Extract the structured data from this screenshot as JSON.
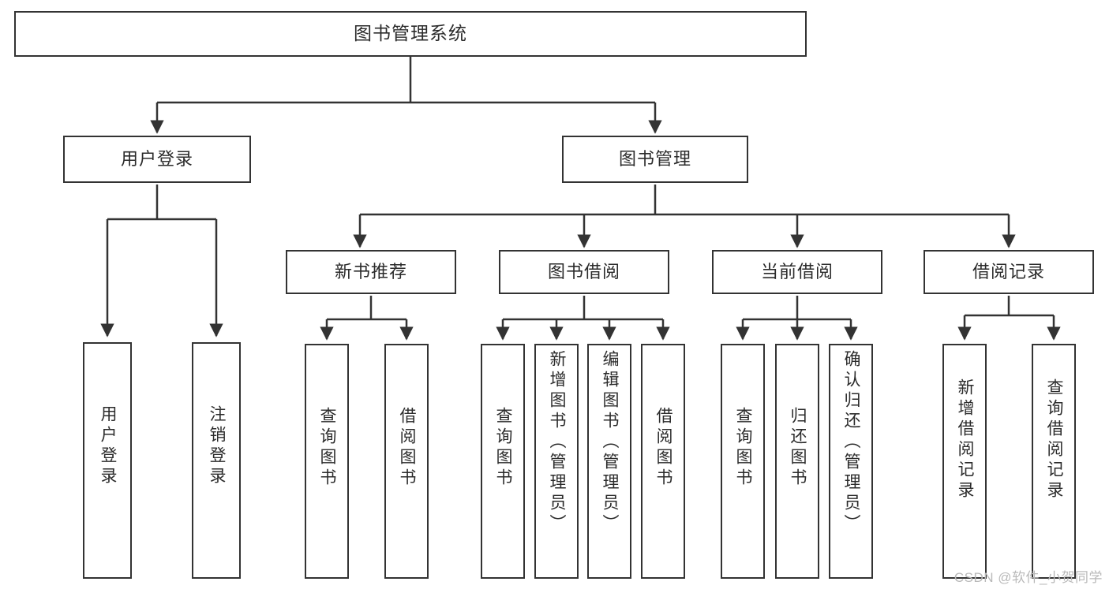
{
  "diagram": {
    "title": "图书管理系统",
    "type": "hierarchy-tree",
    "watermark": "CSDN @软件_小贺同学",
    "colors": {
      "stroke": "#333333",
      "fill": "#ffffff",
      "text": "#2b2b2b",
      "watermark": "#b9b9b9"
    },
    "root": {
      "id": "root",
      "label": "图书管理系统"
    },
    "level1": [
      {
        "id": "user-login",
        "label": "用户登录"
      },
      {
        "id": "book-manage",
        "label": "图书管理"
      }
    ],
    "level2": [
      {
        "id": "new-book-rec",
        "label": "新书推荐",
        "parent": "book-manage"
      },
      {
        "id": "book-borrow",
        "label": "图书借阅",
        "parent": "book-manage"
      },
      {
        "id": "current-borrow",
        "label": "当前借阅",
        "parent": "book-manage"
      },
      {
        "id": "borrow-record",
        "label": "借阅记录",
        "parent": "book-manage"
      }
    ],
    "leaves": [
      {
        "id": "leaf-user-login",
        "label": "用户登录",
        "parent": "user-login"
      },
      {
        "id": "leaf-user-logout",
        "label": "注销登录",
        "parent": "user-login"
      },
      {
        "id": "leaf-query-book-1",
        "label": "查询图书",
        "parent": "new-book-rec"
      },
      {
        "id": "leaf-borrow-book-1",
        "label": "借阅图书",
        "parent": "new-book-rec"
      },
      {
        "id": "leaf-query-book-2",
        "label": "查询图书",
        "parent": "book-borrow"
      },
      {
        "id": "leaf-add-book",
        "label": "新增图书（管理员）",
        "parent": "book-borrow"
      },
      {
        "id": "leaf-edit-book",
        "label": "编辑图书（管理员）",
        "parent": "book-borrow"
      },
      {
        "id": "leaf-borrow-book-2",
        "label": "借阅图书",
        "parent": "book-borrow"
      },
      {
        "id": "leaf-query-book-3",
        "label": "查询图书",
        "parent": "current-borrow"
      },
      {
        "id": "leaf-return-book",
        "label": "归还图书",
        "parent": "current-borrow"
      },
      {
        "id": "leaf-confirm-return",
        "label": "确认归还（管理员）",
        "parent": "current-borrow"
      },
      {
        "id": "leaf-add-record",
        "label": "新增借阅记录",
        "parent": "borrow-record"
      },
      {
        "id": "leaf-query-record",
        "label": "查询借阅记录",
        "parent": "borrow-record"
      }
    ]
  }
}
